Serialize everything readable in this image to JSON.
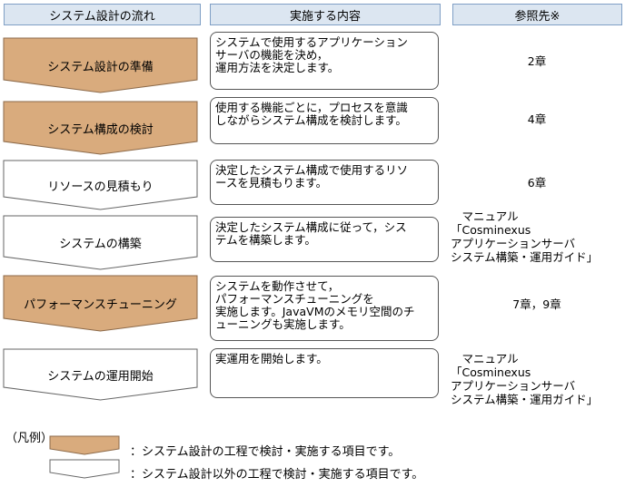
{
  "headers": {
    "flow": "システム設計の流れ",
    "content": "実施する内容",
    "ref": "参照先※"
  },
  "steps": [
    {
      "label": "システム設計の準備",
      "type": "design",
      "desc": [
        "システムで使用するアプリケーション",
        "サーバの機能を決め，",
        "運用方法を決定します。"
      ],
      "ref": [
        "2章"
      ]
    },
    {
      "label": "システム構成の検討",
      "type": "design",
      "desc": [
        "使用する機能ごとに，プロセスを意識",
        "しながらシステム構成を検討します。"
      ],
      "ref": [
        "4章"
      ]
    },
    {
      "label": "リソースの見積もり",
      "type": "other",
      "desc": [
        "決定したシステム構成で使用するリソ",
        "ースを見積もります。"
      ],
      "ref": [
        "6章"
      ]
    },
    {
      "label": "システムの構築",
      "type": "other",
      "desc": [
        "決定したシステム構成に従って，シス",
        "テムを構築します。"
      ],
      "ref": [
        "　マニュアル",
        "「Cosminexus",
        "アプリケーションサーバ",
        "システム構築・運用ガイド」"
      ]
    },
    {
      "label": "パフォーマンスチューニング",
      "type": "design",
      "desc": [
        "システムを動作させて，",
        "パフォーマンスチューニングを",
        "実施します。JavaVMのメモリ空間のチ",
        "ューニングも実施します。"
      ],
      "ref": [
        "7章，9章"
      ]
    },
    {
      "label": "システムの運用開始",
      "type": "other",
      "desc": [
        "実運用を開始します。"
      ],
      "ref": [
        "　マニュアル",
        "「Cosminexus",
        "アプリケーションサーバ",
        "システム構築・運用ガイド」"
      ]
    }
  ],
  "legend": {
    "title": "（凡例）",
    "design": "：システム設計の工程で検討・実施する項目です。",
    "other": "：システム設計以外の工程で検討・実施する項目です。"
  },
  "colors": {
    "design_fill": "#d9ab7d",
    "design_stroke": "#8c6a4a",
    "other_fill": "#ffffff",
    "other_stroke": "#666666",
    "header_fill": "#dce6f1"
  }
}
